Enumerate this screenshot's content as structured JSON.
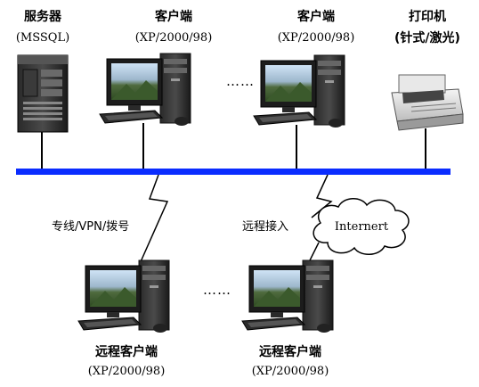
{
  "server": {
    "title": "服务器",
    "subtitle": "(MSSQL)"
  },
  "client_1": {
    "title": "客户端",
    "subtitle": "(XP/2000/98)"
  },
  "client_ellipsis": "……",
  "client_2": {
    "title": "客户端",
    "subtitle": "(XP/2000/98)"
  },
  "printer": {
    "title": "打印机",
    "subtitle": "(针式/激光)"
  },
  "link_dedicated": "专线/VPN/拨号",
  "link_remote": "远程接入",
  "internet_cloud": "Internert",
  "remote_ellipsis": "……",
  "remote_client_1": {
    "title": "远程客户端",
    "subtitle": "(XP/2000/98)"
  },
  "remote_client_2": {
    "title": "远程客户端",
    "subtitle": "(XP/2000/98)"
  },
  "colors": {
    "bus": "#0a2cff",
    "line": "#000000",
    "cloud_fill": "#ffffff"
  }
}
